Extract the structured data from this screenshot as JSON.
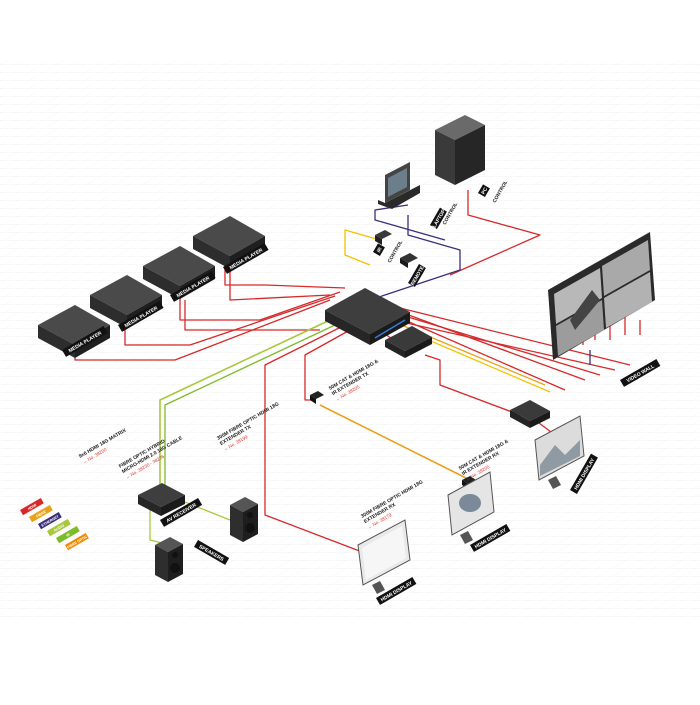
{
  "colors": {
    "hdmi": "#d62a2a",
    "fibre_optic": "#e8a21a",
    "ethernet": "#3b2f7a",
    "catx": "#f2c400",
    "rs232": "#7a1f8a",
    "ir": "#7dbb2a",
    "audio": "#a8c83c",
    "device": "#3a3a3a",
    "tag_bg": "#111111",
    "ref_red": "#d0342c"
  },
  "devices": {
    "media_player_1": "MEDIA PLAYER",
    "media_player_2": "MEDIA PLAYER",
    "media_player_3": "MEDIA PLAYER",
    "media_player_4": "MEDIA PLAYER",
    "laptop": "LAPTOP",
    "pc": "PC",
    "pc_sub": "CONTROL",
    "laptop_sub": "CONTROL",
    "ir": "IR",
    "ir_sub": "CONTROL",
    "remote": "REMOTE",
    "video_wall": "VIDEO WALL",
    "hdmi_display_1": "HDMI DISPLAY",
    "hdmi_display_2": "HDMI DISPLAY",
    "hdmi_display_3": "HDMI DISPLAY",
    "av_receiver": "AV RECEIVER",
    "speakers": "SPEAKERS"
  },
  "annotations": {
    "matrix": {
      "title": "9x6 HDMI 18G MATRIX",
      "ref": "→ No. 38250"
    },
    "fibre_cable": {
      "title1": "FIBRE OPTIC HYBRID",
      "title2": "MICRO-HDMI 2.0 18G CABLE",
      "ref": "→ No. 38230 - 38236"
    },
    "fibre_tx": {
      "title1": "300M FIBRE OPTIC HDMI 18G",
      "title2": "EXTENDER TX",
      "ref": "→ No. 38199"
    },
    "fibre_rx": {
      "title1": "300M FIBRE OPTIC HDMI 18G",
      "title2": "EXTENDER RX",
      "ref": "→ No. 38179"
    },
    "cat_tx": {
      "title1": "50M CAT & HDMI 18G &",
      "title2": "IR EXTENDER TX",
      "ref": "→ No. 38205"
    },
    "cat_rx": {
      "title1": "50M CAT & HDMI 18G &",
      "title2": "IR EXTENDER RX",
      "ref": "→ No. 38205"
    }
  },
  "legend": [
    {
      "label": "HDMI",
      "color": "#d62a2a"
    },
    {
      "label": "FIBRE",
      "color": "#e8a21a"
    },
    {
      "label": "ETHERNET",
      "color": "#3b2f7a"
    },
    {
      "label": "AUDIO",
      "color": "#a8c83c"
    },
    {
      "label": "IR",
      "color": "#7dbb2a"
    },
    {
      "label": "FIBRE OPTIC",
      "color": "#f28a00"
    }
  ]
}
